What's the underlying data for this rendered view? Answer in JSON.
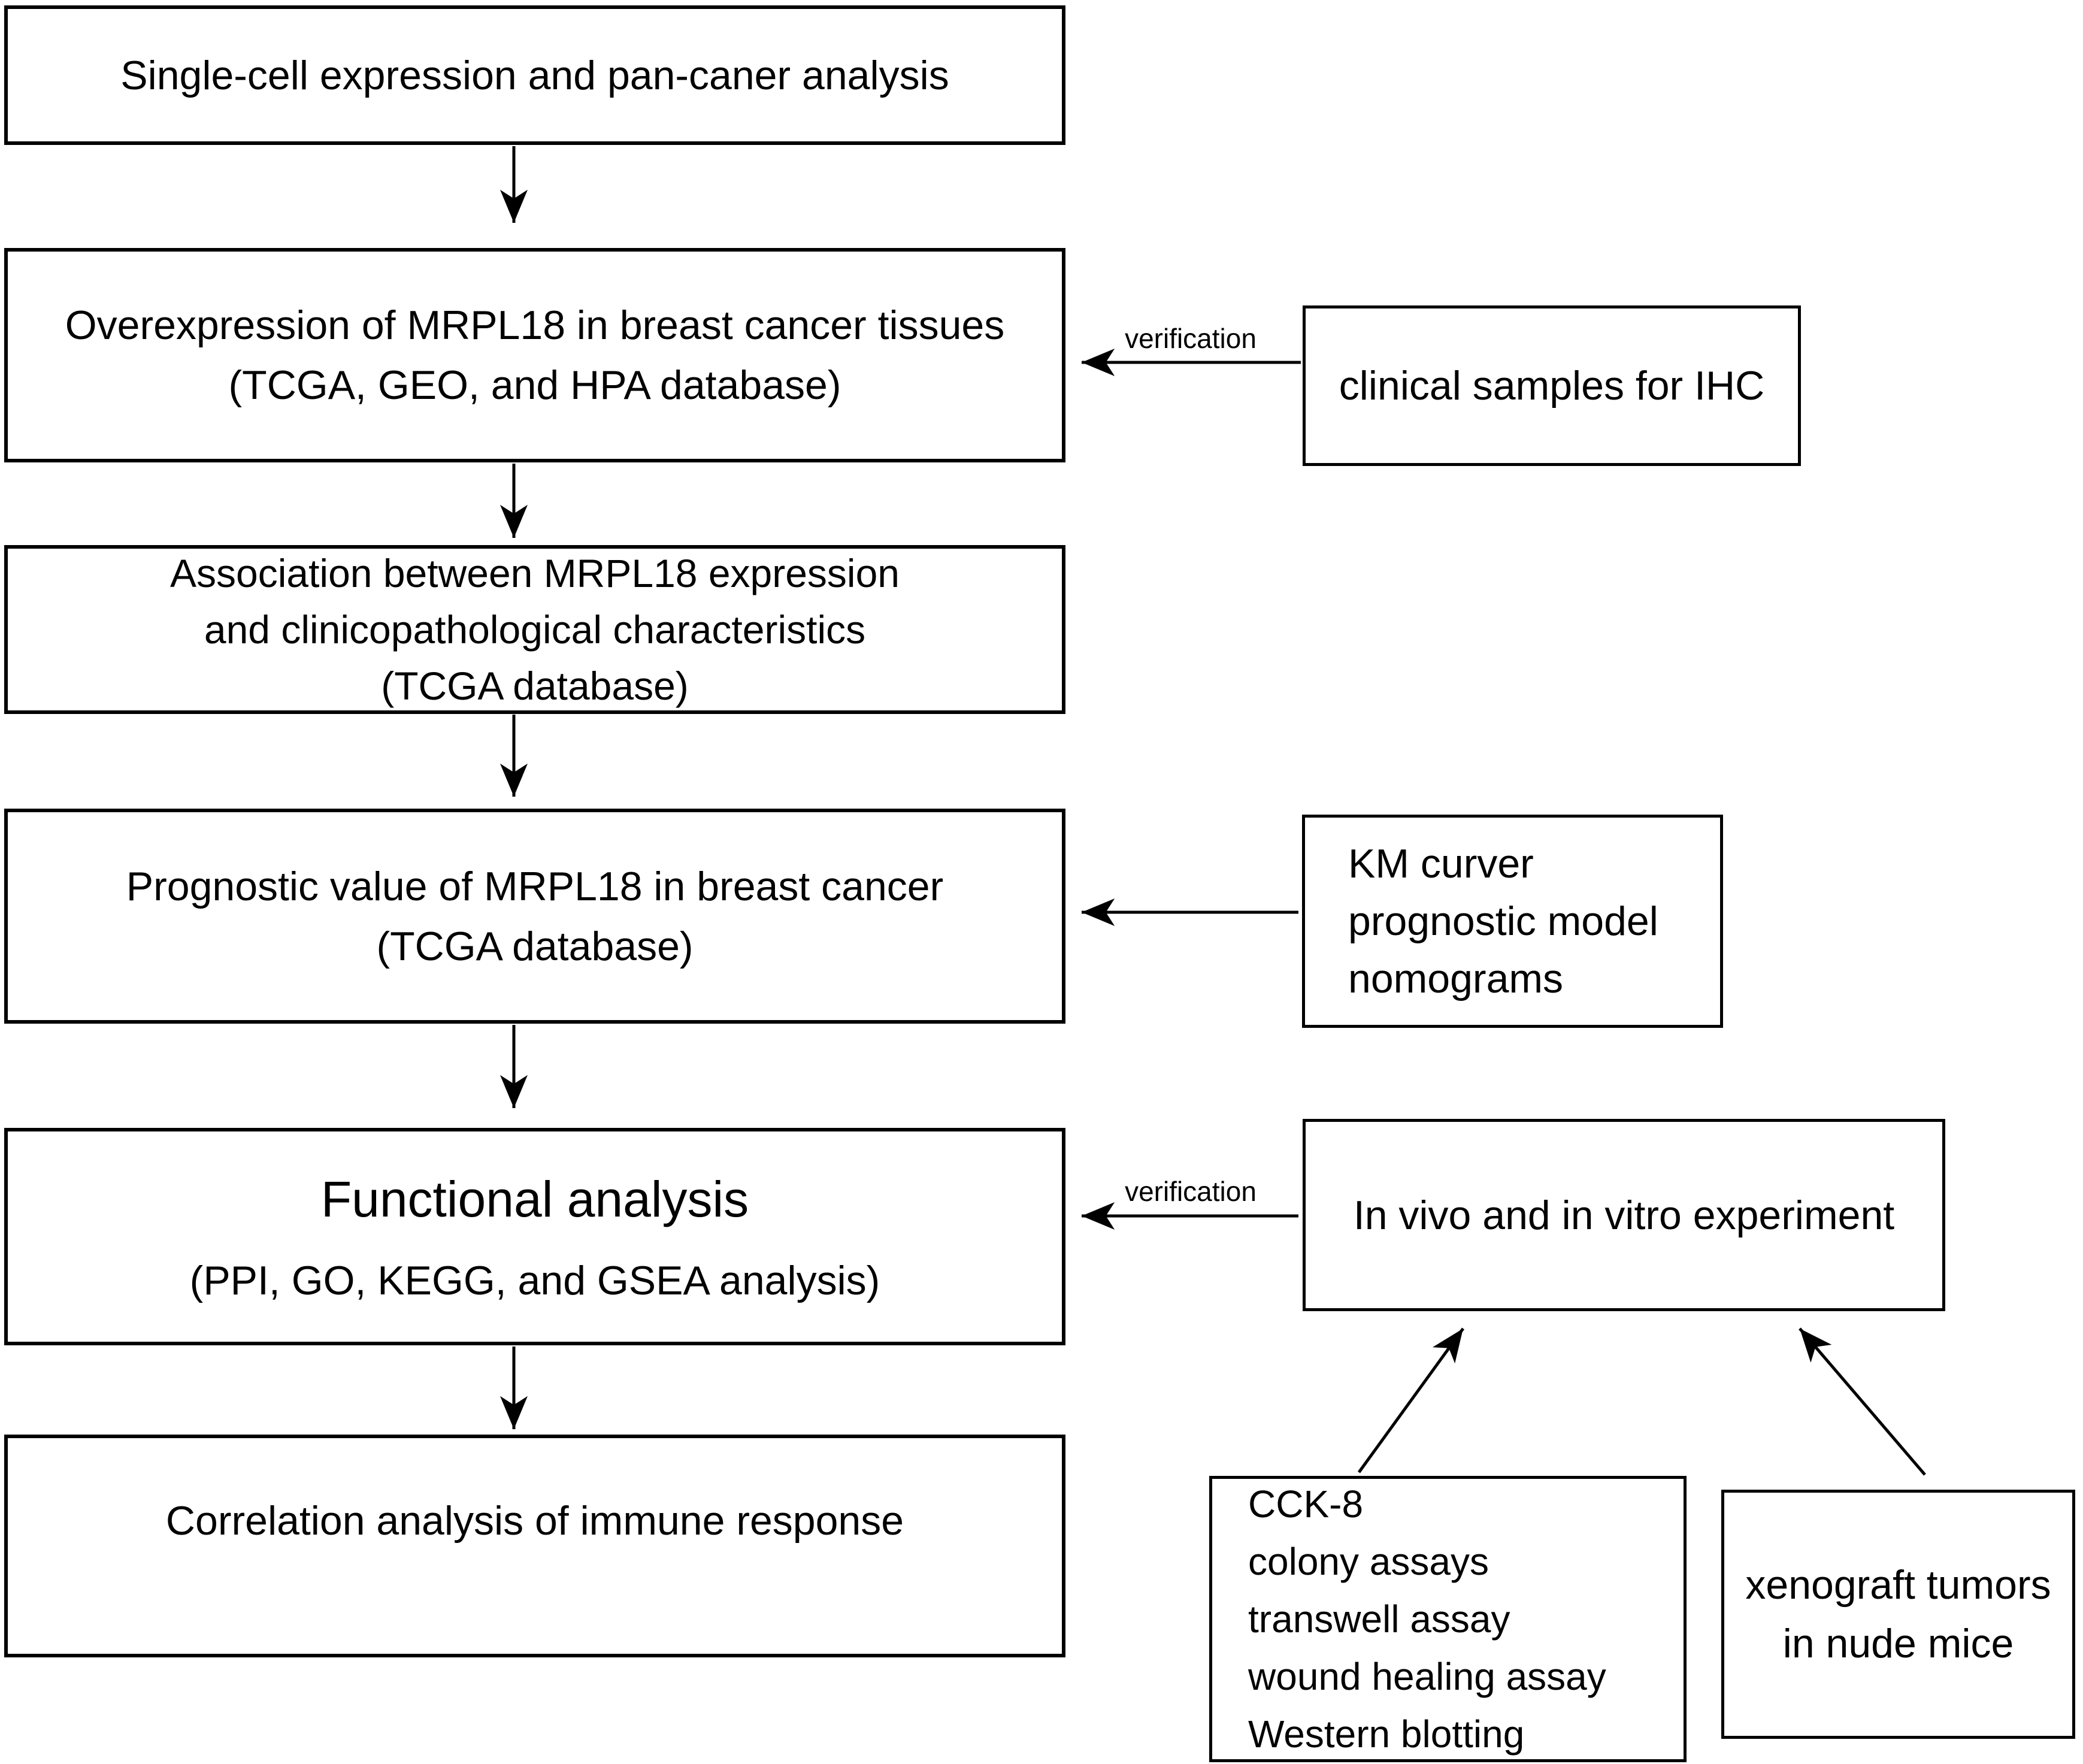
{
  "colors": {
    "ink": "#000000",
    "paper": "#ffffff"
  },
  "main_flow": {
    "step1": {
      "lines": [
        "Single-cell expression and pan-caner analysis"
      ]
    },
    "step2": {
      "lines": [
        "Overexpression of MRPL18 in breast cancer tissues",
        "(TCGA, GEO, and HPA database)"
      ]
    },
    "step3": {
      "lines": [
        "Association between MRPL18 expression",
        "and clinicopathological characteristics",
        "(TCGA database)"
      ]
    },
    "step4": {
      "lines": [
        "Prognostic value of MRPL18 in breast cancer",
        "(TCGA database)"
      ]
    },
    "step5": {
      "title": "Functional analysis",
      "subtitle": "(PPI, GO, KEGG, and GSEA analysis)"
    },
    "step6": {
      "lines": [
        "Correlation analysis of immune response"
      ]
    }
  },
  "side": {
    "clinical": {
      "label": "clinical samples for IHC"
    },
    "km": {
      "lines": [
        "KM curver",
        "prognostic model",
        "nomograms"
      ]
    },
    "invivo": {
      "label": "In vivo and in vitro experiment"
    },
    "cck8": {
      "lines": [
        "CCK-8",
        "colony assays",
        "transwell assay",
        "wound healing assay",
        "Western blotting"
      ]
    },
    "xeno": {
      "lines": [
        "xenograft tumors",
        "in nude mice"
      ]
    }
  },
  "annotations": {
    "verification_step2": "verification",
    "verification_step5": "verification"
  }
}
